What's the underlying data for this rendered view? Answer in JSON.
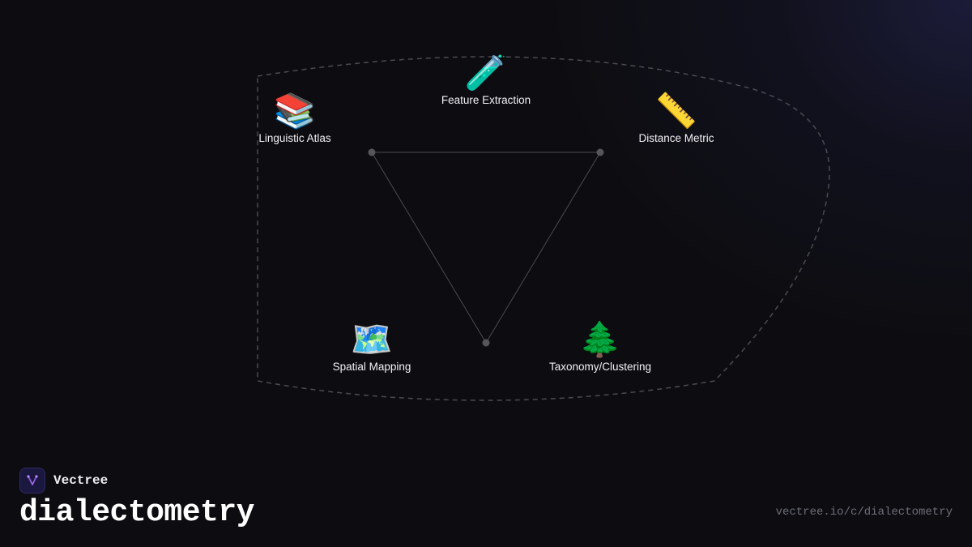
{
  "brand": {
    "name": "Vectree",
    "logo_icon": "vectree-fork-icon",
    "accent_color": "#a76cf0"
  },
  "page": {
    "title": "dialectometry",
    "url": "vectree.io/c/dialectometry"
  },
  "diagram": {
    "nodes": [
      {
        "id": "feature-extraction",
        "label": "Feature Extraction",
        "icon": "test-tube-icon",
        "glyph": "🧪"
      },
      {
        "id": "linguistic-atlas",
        "label": "Linguistic Atlas",
        "icon": "books-icon",
        "glyph": "📚"
      },
      {
        "id": "distance-metric",
        "label": "Distance Metric",
        "icon": "ruler-icon",
        "glyph": "📏"
      },
      {
        "id": "spatial-mapping",
        "label": "Spatial Mapping",
        "icon": "world-map-icon",
        "glyph": "🗺️"
      },
      {
        "id": "taxonomy-clustering",
        "label": "Taxonomy/Clustering",
        "icon": "evergreen-tree-icon",
        "glyph": "🌲"
      }
    ]
  },
  "colors": {
    "background": "#0d0d11",
    "boundary_dash": "#4a4a52",
    "edge": "#4a4a50",
    "vertex": "#55555c"
  }
}
